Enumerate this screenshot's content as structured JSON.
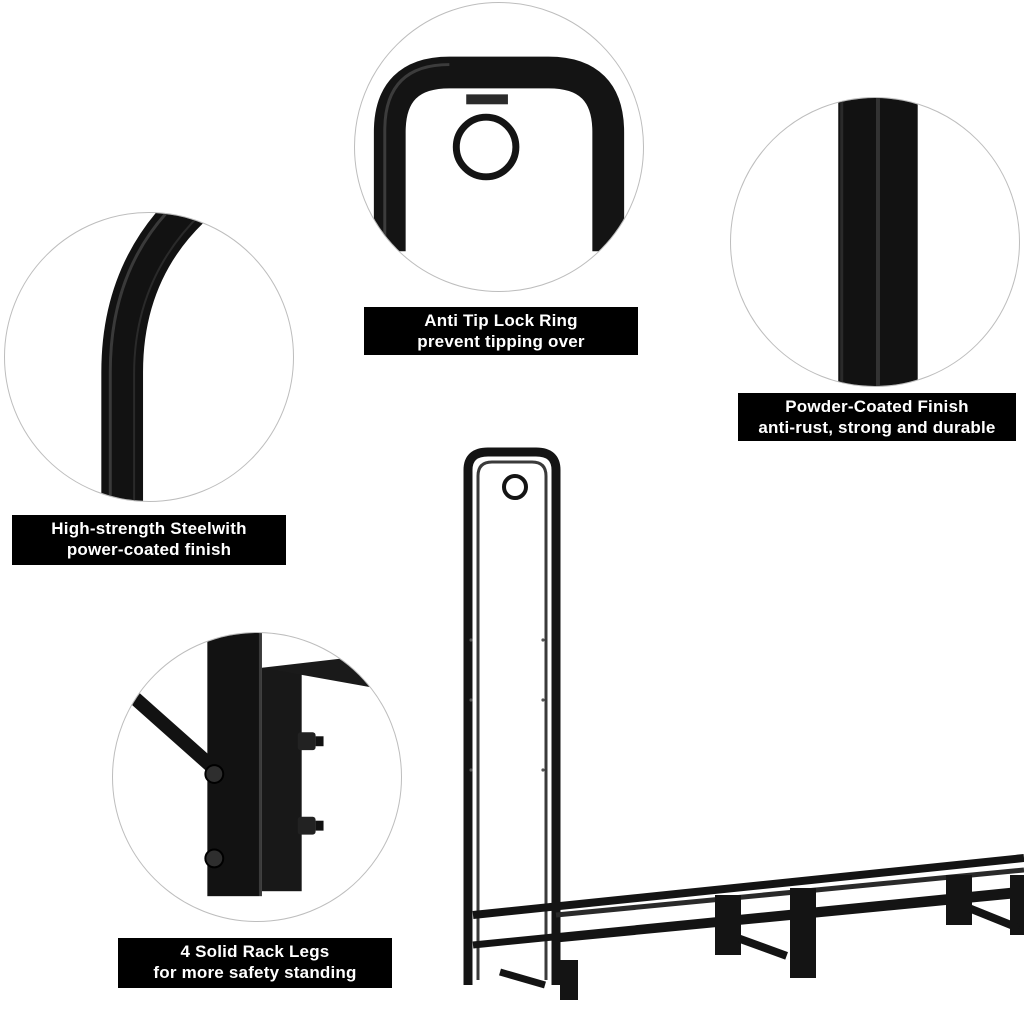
{
  "features": [
    {
      "id": "lock-ring",
      "line1": "Anti Tip Lock Ring",
      "line2": "prevent tipping over",
      "detail_icon": "lock-ring-detail"
    },
    {
      "id": "powder-coat",
      "line1": "Powder-Coated Finish",
      "line2": "anti-rust, strong and durable",
      "detail_icon": "square-tube-detail"
    },
    {
      "id": "steel",
      "line1": "High-strength Steelwith",
      "line2": "power-coated finish",
      "detail_icon": "curved-tube-detail"
    },
    {
      "id": "legs",
      "line1": "4 Solid Rack Legs",
      "line2": "for more safety standing",
      "detail_icon": "rack-leg-detail"
    }
  ],
  "colors": {
    "label_bg": "#000000",
    "label_text": "#ffffff",
    "metal": "#141414",
    "circle_border": "#bdbdbd"
  }
}
